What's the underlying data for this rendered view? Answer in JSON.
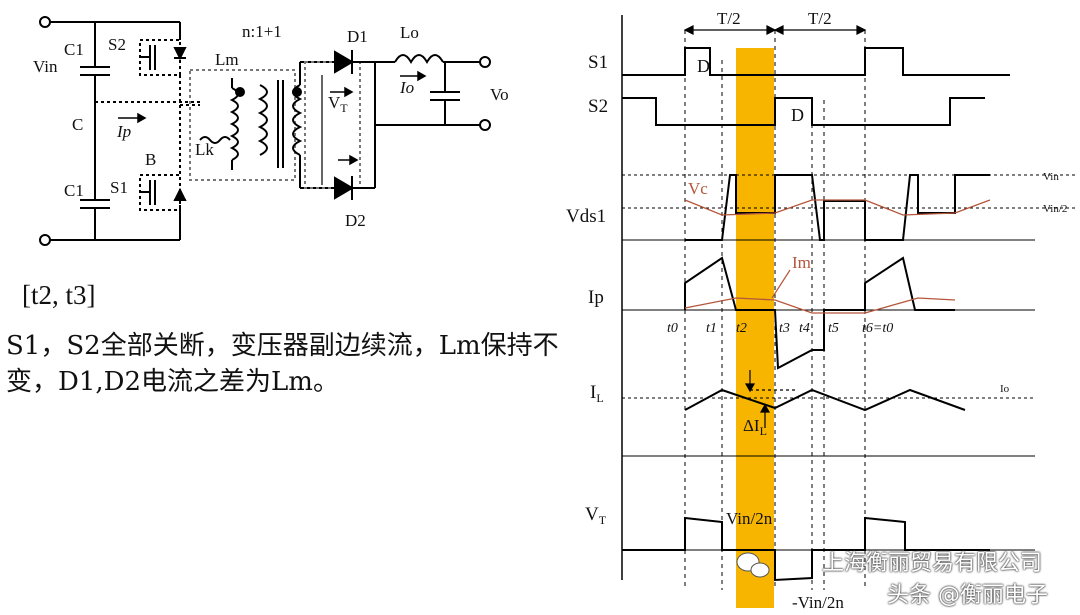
{
  "circuit": {
    "vin": "Vin",
    "c1_top": "C1",
    "c1_bottom": "C1",
    "node_c": "C",
    "node_b": "B",
    "ip": "Ip",
    "s2": "S2",
    "s1": "S1",
    "lm": "Lm",
    "lk": "Lk",
    "ratio": "n:1+1",
    "vt": "V",
    "vt_sub": "T",
    "d1": "D1",
    "d2": "D2",
    "lo": "Lo",
    "io": "Io",
    "vo": "Vo"
  },
  "interval": "[t2, t3]",
  "description": "S1，S2全部关断，变压器副边续流，Lm保持不变，D1,D2电流之差为Lm。",
  "timing": {
    "half_period_1": "T/2",
    "half_period_2": "T/2",
    "s1": "S1",
    "s2": "S2",
    "duty_s1": "D",
    "duty_s2": "D",
    "vds1": "Vds1",
    "vc": "Vc",
    "vin_ref": "Vin",
    "vin_half_ref": "Vin/2",
    "ip": "Ip",
    "im": "Im",
    "il": "I",
    "il_sub": "L",
    "io_ref": "Io",
    "delta_il": "ΔI",
    "delta_il_sub": "L",
    "vt": "V",
    "vt_sub": "T",
    "vin_2n": "Vin/2n",
    "neg_vin_2n": "-Vin/2n",
    "t_labels": [
      "t0",
      "t1",
      "t2",
      "t3",
      "t4",
      "t5",
      "t6=t0"
    ]
  },
  "colors": {
    "highlight": "#f7b500",
    "vc_trace": "#b5563b",
    "im_trace": "#b5563b",
    "line": "#000000"
  },
  "watermark": {
    "company": "上海衡丽贸易有限公司",
    "source": "头条 @衡丽电子"
  }
}
